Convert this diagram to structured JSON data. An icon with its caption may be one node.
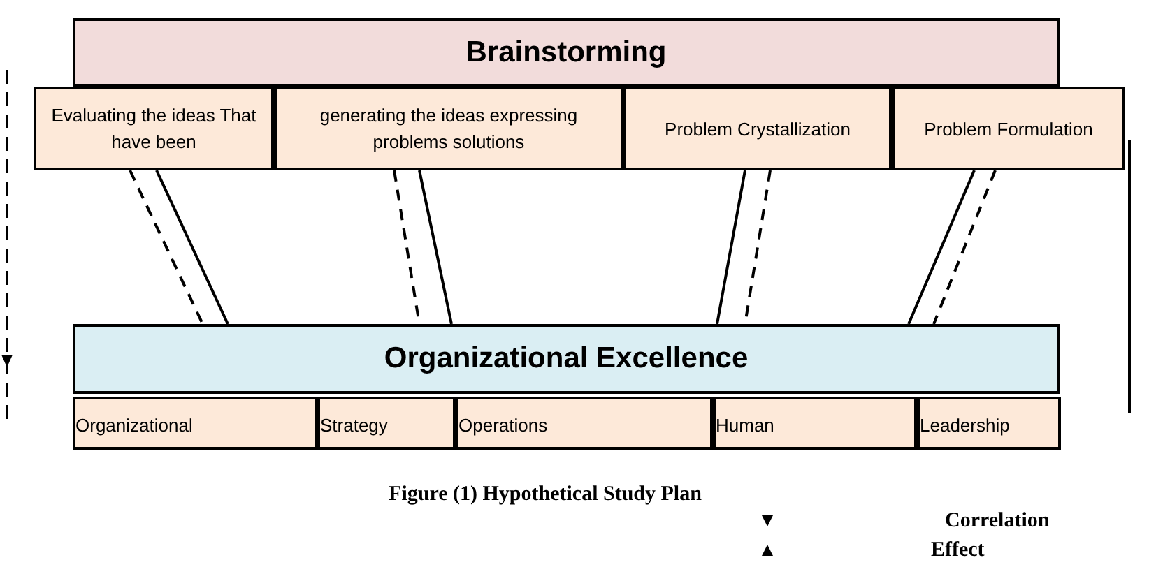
{
  "diagram": {
    "caption": "Figure (1) Hypothetical Study Plan",
    "nodes": [
      {
        "text": [
          "Brainstorming"
        ]
      },
      {
        "text": [
          "Evaluating the ideas That have been"
        ]
      },
      {
        "text": [
          "generating the ideas expressing problems solutions"
        ]
      },
      {
        "text": [
          "Problem Crystallization"
        ]
      },
      {
        "text": [
          "Problem Formulation"
        ]
      },
      {
        "text": [
          "Organizational Excellence"
        ]
      },
      {
        "text": [
          "Organizational"
        ]
      },
      {
        "text": [
          "Strategy"
        ]
      },
      {
        "text": [
          "Operations"
        ]
      },
      {
        "text": [
          "Human"
        ]
      },
      {
        "text": [
          "Leadership"
        ]
      }
    ],
    "edges": [
      {
        "from": 1,
        "to": 5,
        "arrow": "none",
        "style": "dashed"
      },
      {
        "from": 1,
        "to": 5,
        "arrow": "none"
      },
      {
        "from": 2,
        "to": 5,
        "arrow": "none",
        "style": "dashed"
      },
      {
        "from": 2,
        "to": 5,
        "arrow": "none"
      },
      {
        "from": 3,
        "to": 5,
        "arrow": "none"
      },
      {
        "from": 3,
        "to": 5,
        "arrow": "none",
        "style": "dashed"
      },
      {
        "from": 4,
        "to": 5,
        "arrow": "none"
      },
      {
        "from": 4,
        "to": 5,
        "arrow": "none",
        "style": "dashed"
      }
    ],
    "legend": [
      {
        "text": "Correlation"
      },
      {
        "text": "Effect"
      }
    ]
  }
}
